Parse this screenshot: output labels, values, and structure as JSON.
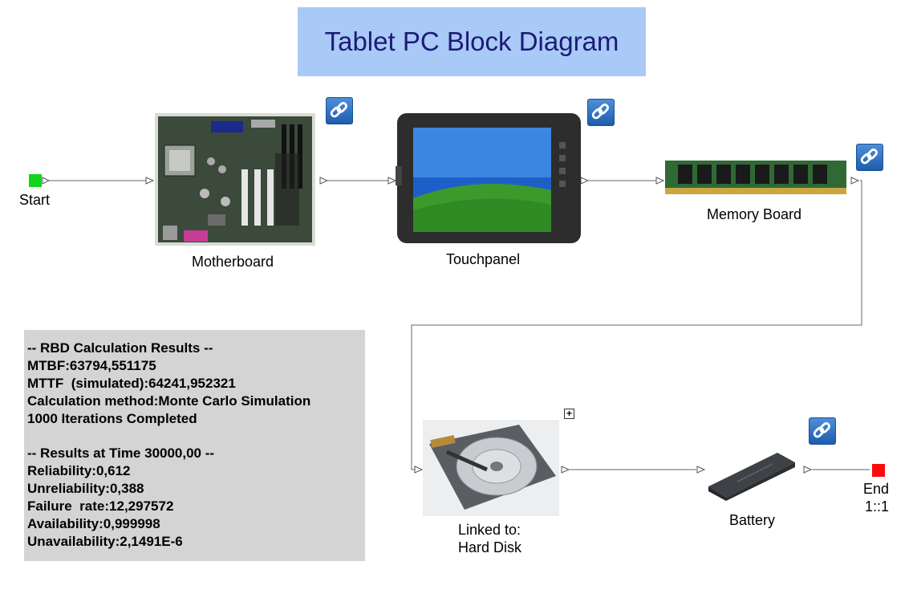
{
  "title": "Tablet PC Block Diagram",
  "nodes": {
    "start": {
      "label": "Start",
      "color": "#12d41a"
    },
    "end": {
      "label": "End",
      "sub": "1::1",
      "color": "#ff0a0a"
    }
  },
  "blocks": {
    "motherboard": {
      "label": "Motherboard"
    },
    "touchpanel": {
      "label": "Touchpanel"
    },
    "memory": {
      "label": "Memory Board"
    },
    "harddisk": {
      "label_line1": "Linked to:",
      "label_line2": "Hard Disk"
    },
    "battery": {
      "label": "Battery"
    }
  },
  "expand_symbol": "+",
  "results": {
    "lines": [
      "-- RBD Calculation Results --",
      "MTBF:63794,551175",
      "MTTF  (simulated):64241,952321",
      "Calculation method:Monte Carlo Simulation",
      "1000 Iterations Completed"
    ],
    "time_lines": [
      "-- Results at Time 30000,00 --",
      "Reliability:0,612",
      "Unreliability:0,388",
      "Failure  rate:12,297572",
      "Availability:0,999998",
      "Unavailability:2,1491E-6"
    ]
  },
  "colors": {
    "title_bg": "#a9c9f7",
    "title_text": "#1c1c74",
    "results_bg": "#d4d4d4",
    "link_icon": "#2e6fc2"
  },
  "icons": [
    "link-icon"
  ]
}
